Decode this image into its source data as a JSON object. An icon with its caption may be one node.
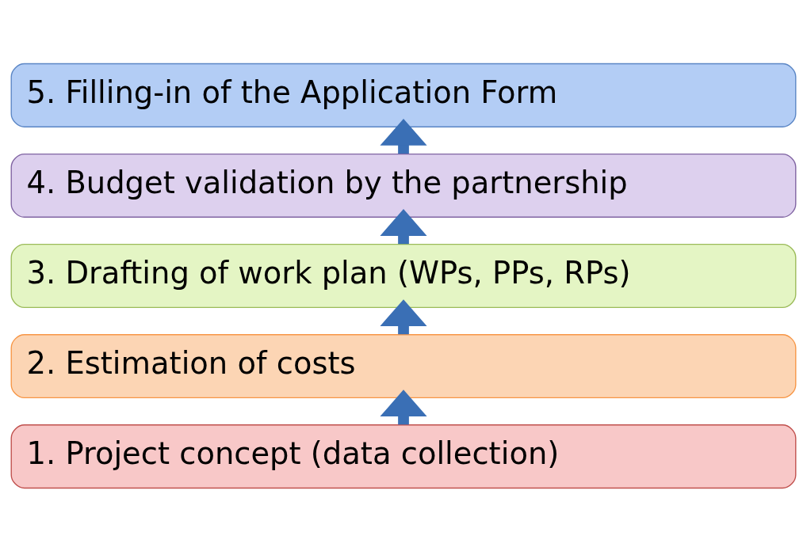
{
  "diagram": {
    "nodes": [
      {
        "text": [
          "5. Filling-in of the Application Form"
        ]
      },
      {
        "text": [
          "4. Budget validation by the partnership"
        ]
      },
      {
        "text": [
          "3. Drafting of work plan (WPs, PPs, RPs)"
        ]
      },
      {
        "text": [
          "2. Estimation of costs"
        ]
      },
      {
        "text": [
          "1. Project concept (data collection)"
        ]
      }
    ],
    "edges": [
      {
        "from": 4,
        "to": 3,
        "arrow": "to"
      },
      {
        "from": 3,
        "to": 2,
        "arrow": "to"
      },
      {
        "from": 2,
        "to": 1,
        "arrow": "to"
      },
      {
        "from": 1,
        "to": 0,
        "arrow": "to"
      }
    ]
  }
}
